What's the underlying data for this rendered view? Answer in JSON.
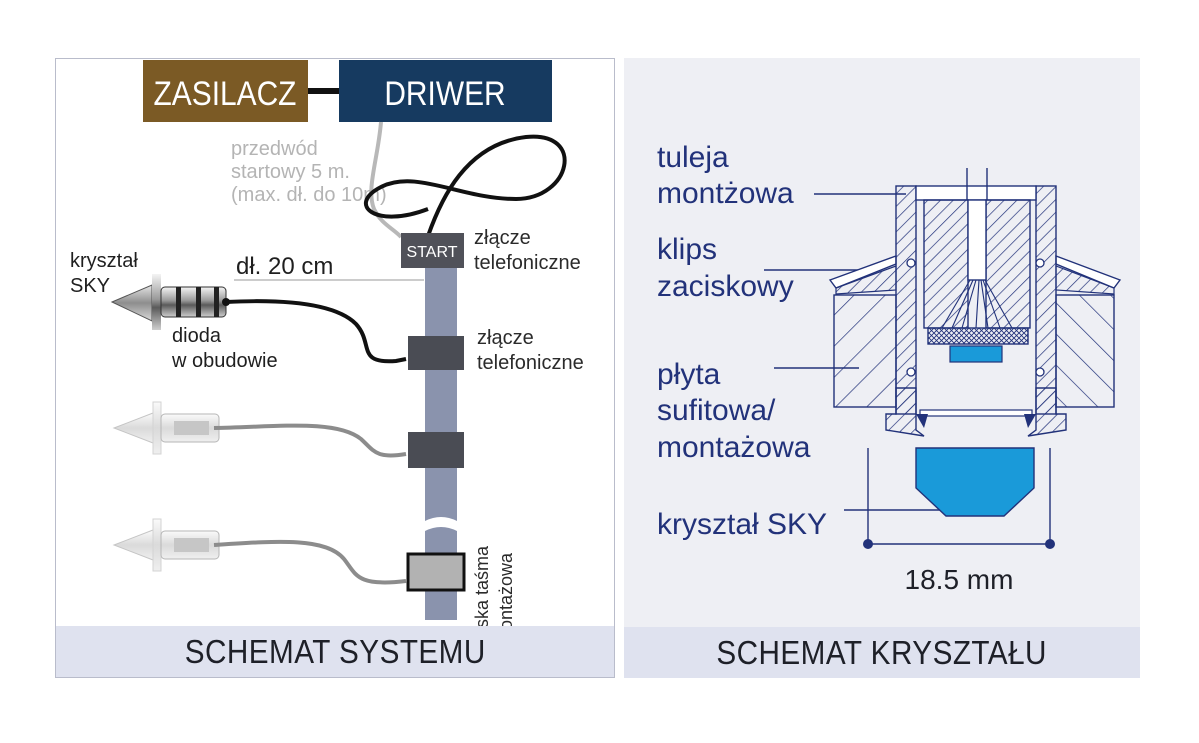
{
  "left": {
    "boxes": {
      "zasilacz": "ZASILACZ",
      "driver": "DRIWER",
      "start": "START"
    },
    "cable_note": [
      "przedwód",
      "startowy 5 m.",
      "(max. dł. do 10m)"
    ],
    "distance": "dł. 20 cm",
    "crystal_label": [
      "kryształ",
      "SKY"
    ],
    "diode_label": [
      "dioda",
      "w obudowie"
    ],
    "connector_top": [
      "złącze",
      "telefoniczne"
    ],
    "connector_mid": [
      "złącze",
      "telefoniczne"
    ],
    "tape_label": [
      "płaska taśma",
      "montażowa"
    ],
    "caption": "SCHEMAT SYSTEMU"
  },
  "right": {
    "sleeve": [
      "tuleja",
      "montżowa"
    ],
    "clip": [
      "klips",
      "zaciskowy"
    ],
    "plate": [
      "płyta",
      "sufitowa/",
      "montażowa"
    ],
    "crystal": "kryształ SKY",
    "dimension": "18.5 mm",
    "caption": "SCHEMAT KRYSZTAŁU"
  },
  "colors": {
    "zasilacz": "#7b5a25",
    "driver": "#163a60",
    "tape": "#8a93ad",
    "connector": "#4a4c54",
    "diagram_line": "#22327a",
    "crystal_blue": "#1a9ad9",
    "panel_bg": "#eeeff4",
    "caption_bg": "#dfe2ef"
  }
}
